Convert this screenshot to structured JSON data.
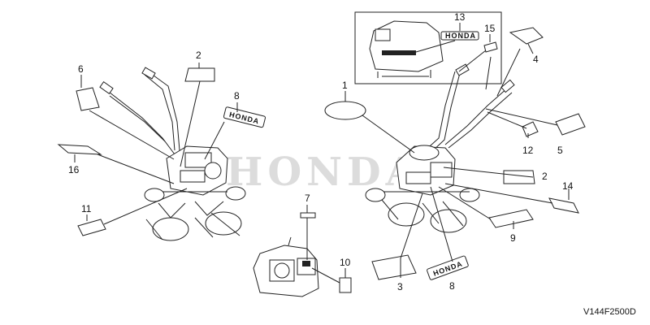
{
  "callouts": {
    "c1": "1",
    "c2a": "2",
    "c2b": "2",
    "c3": "3",
    "c4": "4",
    "c5": "5",
    "c6": "6",
    "c7": "7",
    "c8a": "8",
    "c8b": "8",
    "c9": "9",
    "c10": "10",
    "c11": "11",
    "c12": "12",
    "c13": "13",
    "c14": "14",
    "c15": "15",
    "c16": "16"
  },
  "brand_labels": {
    "b8a": "HONDA",
    "b8b": "HONDA",
    "b13": "HONDA"
  },
  "watermark": "HONDA",
  "diagram_code": "V144F2500D"
}
